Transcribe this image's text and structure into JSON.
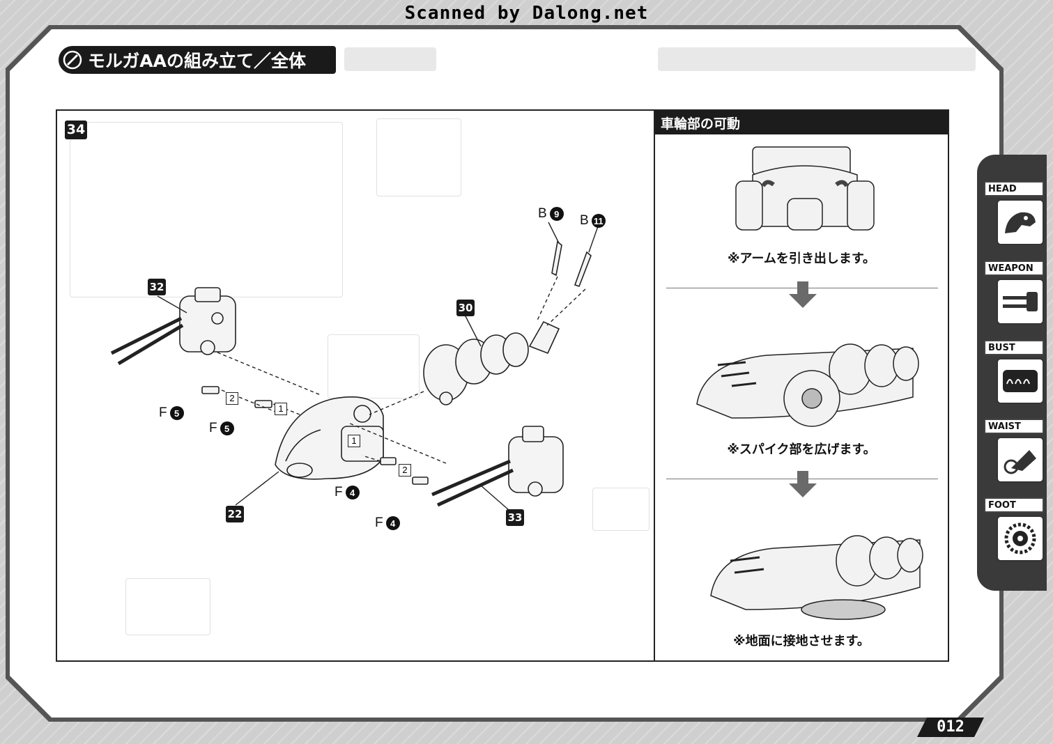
{
  "scan_credit": "Scanned by Dalong.net",
  "title": "モルガAAの組み立て／全体",
  "main": {
    "step_number": "34",
    "sub_assemblies": [
      {
        "id": "s32",
        "label": "32"
      },
      {
        "id": "s30",
        "label": "30"
      },
      {
        "id": "s22",
        "label": "22"
      },
      {
        "id": "s33",
        "label": "33"
      }
    ],
    "part_callouts": [
      {
        "id": "b9",
        "sprue": "B",
        "number": "9"
      },
      {
        "id": "b11",
        "sprue": "B",
        "number": "11"
      },
      {
        "id": "f5a",
        "sprue": "F",
        "number": "5"
      },
      {
        "id": "f5b",
        "sprue": "F",
        "number": "5"
      },
      {
        "id": "f4a",
        "sprue": "F",
        "number": "4"
      },
      {
        "id": "f4b",
        "sprue": "F",
        "number": "4"
      }
    ],
    "order_markers": [
      "2",
      "1",
      "1",
      "2"
    ]
  },
  "panel": {
    "header": "車輪部の可動",
    "captions": [
      "※アームを引き出します。",
      "※スパイク部を広げます。",
      "※地面に接地させます。"
    ]
  },
  "side_tabs": [
    {
      "label": "HEAD",
      "icon": "dinosaur-head-icon"
    },
    {
      "label": "WEAPON",
      "icon": "cannon-weapon-icon"
    },
    {
      "label": "BUST",
      "icon": "bust-armor-icon"
    },
    {
      "label": "WAIST",
      "icon": "waist-gear-icon"
    },
    {
      "label": "FOOT",
      "icon": "foot-gear-icon"
    }
  ],
  "page_number": "012",
  "colors": {
    "ink": "#1a1a1a",
    "paper": "#ffffff",
    "frame": "#cfcfcf"
  }
}
